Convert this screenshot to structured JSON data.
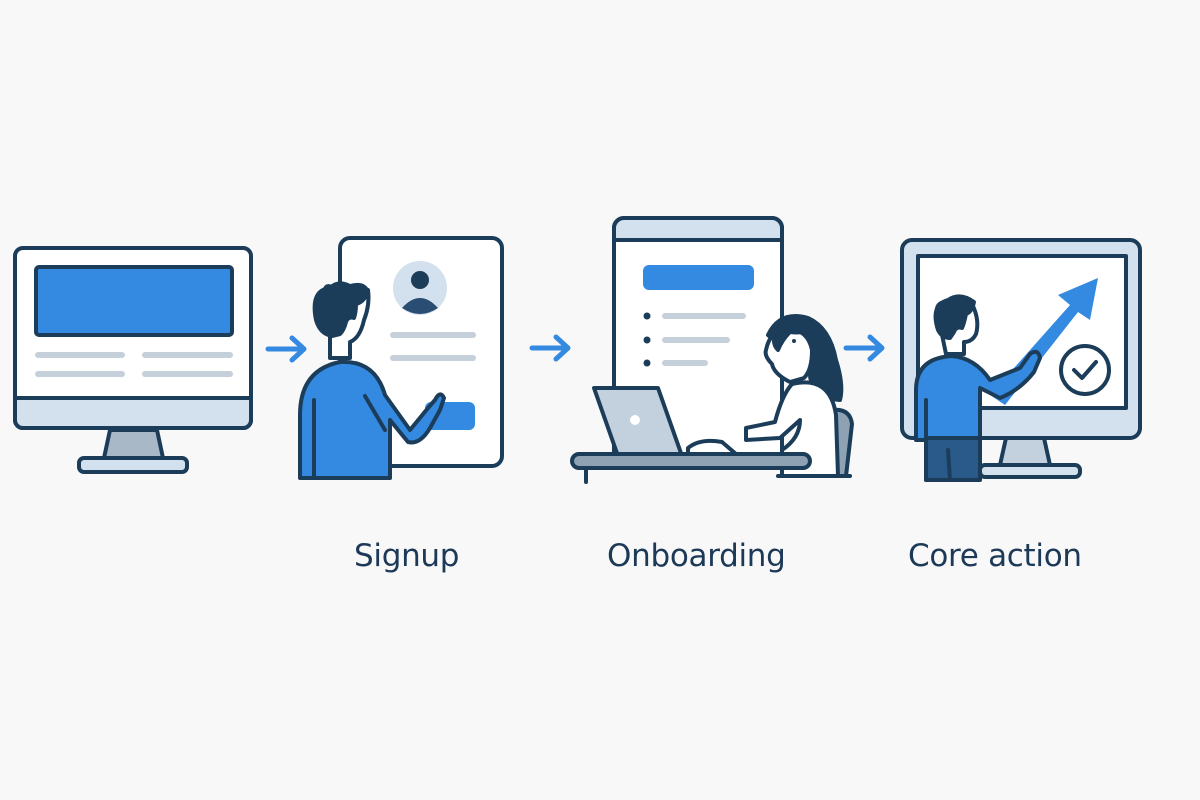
{
  "diagram": {
    "type": "user-journey-flow",
    "colors": {
      "background": "#f8f8f8",
      "outline": "#1c3d5a",
      "accent_blue": "#3489e0",
      "light_blue": "#d3e0ee",
      "gray_line": "#c6d0da",
      "screen_white": "#ffffff",
      "stand_gray": "#a9b8c6",
      "label_text": "#1c3957"
    },
    "steps": [
      {
        "id": "landing",
        "label": "",
        "icon": "desktop-monitor-icon"
      },
      {
        "id": "signup",
        "label": "Signup",
        "icon": "signup-form-with-person-icon"
      },
      {
        "id": "onboarding",
        "label": "Onboarding",
        "icon": "checklist-with-woman-at-laptop-icon"
      },
      {
        "id": "core_action",
        "label": "Core action",
        "icon": "monitor-with-growth-arrow-and-checkmark-icon"
      }
    ],
    "connectors": [
      {
        "from": "landing",
        "to": "signup",
        "icon": "arrow-right-icon"
      },
      {
        "from": "signup",
        "to": "onboarding",
        "icon": "arrow-right-icon"
      },
      {
        "from": "onboarding",
        "to": "core_action",
        "icon": "arrow-right-icon"
      }
    ]
  }
}
